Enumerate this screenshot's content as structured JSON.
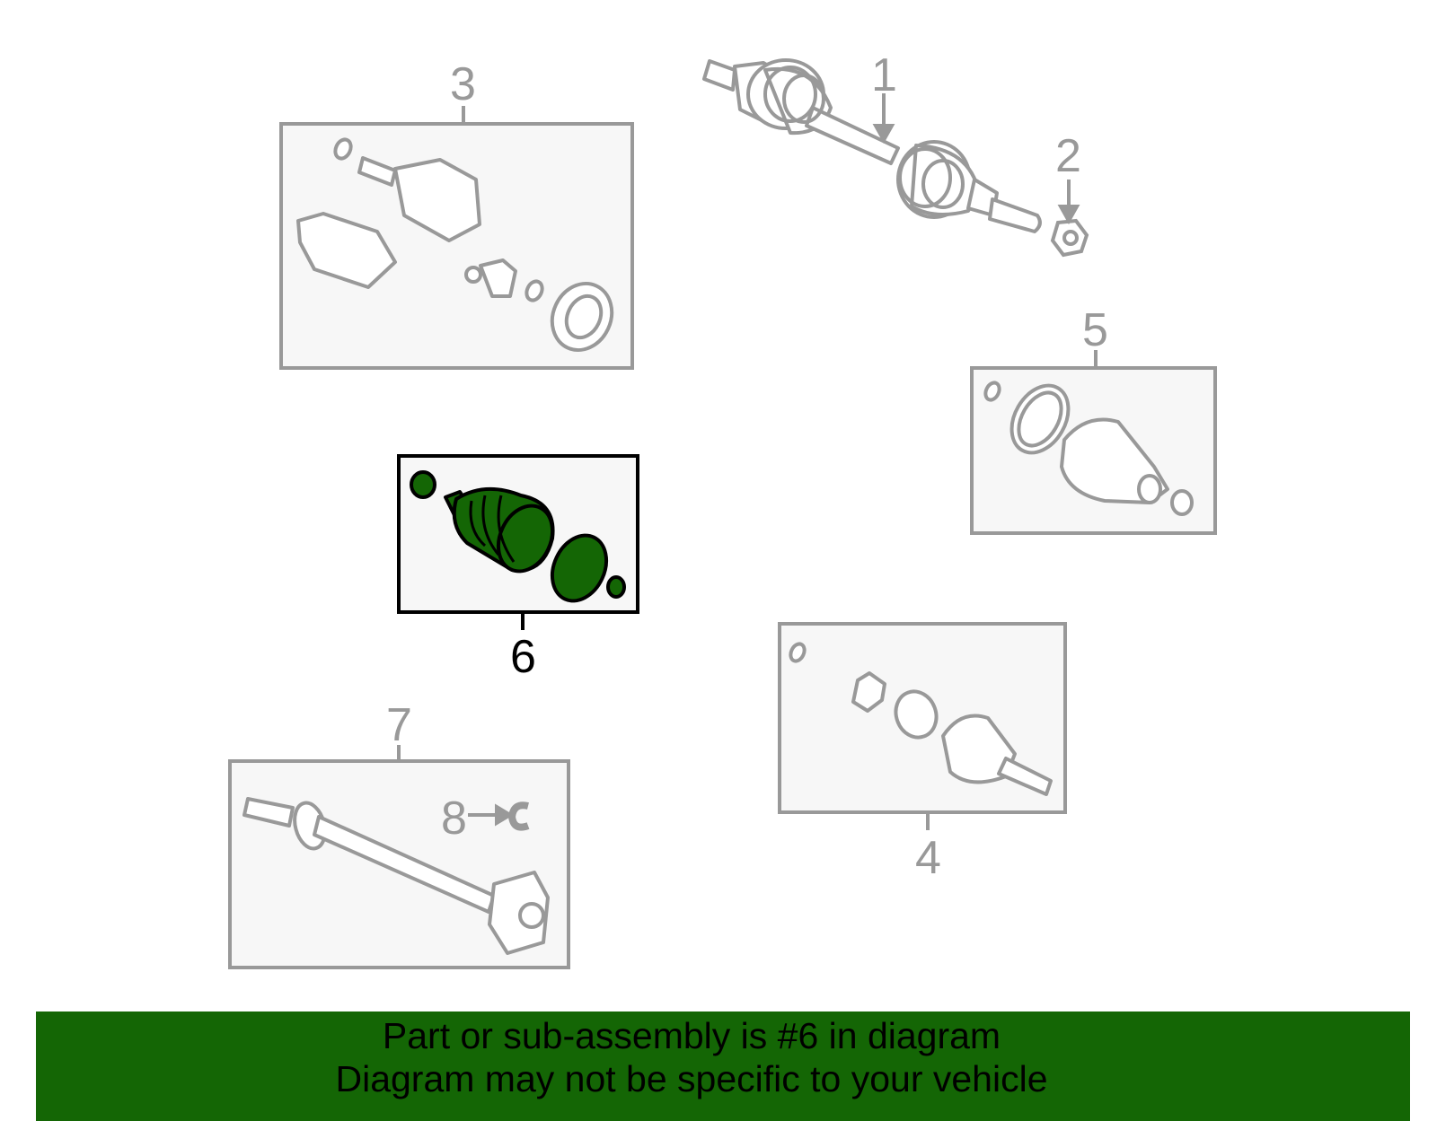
{
  "diagram": {
    "title": "CV Axle / Drive Shaft Assembly",
    "highlight_color": "#146605",
    "line_color": "#999999",
    "box_fill": "#f7f7f7",
    "selected_part": "6",
    "callouts": [
      {
        "id": "1",
        "label": "1",
        "description": "Axle shaft assembly"
      },
      {
        "id": "2",
        "label": "2",
        "description": "Axle nut"
      },
      {
        "id": "3",
        "label": "3",
        "description": "Inner joint kit"
      },
      {
        "id": "4",
        "label": "4",
        "description": "Outer joint kit"
      },
      {
        "id": "5",
        "label": "5",
        "description": "Outer boot kit"
      },
      {
        "id": "6",
        "label": "6",
        "description": "Inner boot kit (highlighted)"
      },
      {
        "id": "7",
        "label": "7",
        "description": "Intermediate shaft"
      },
      {
        "id": "8",
        "label": "8",
        "description": "Snap ring"
      }
    ]
  },
  "banner": {
    "line1": "Part or sub-assembly is #6 in diagram",
    "line2": "Diagram may not be specific to your vehicle",
    "background": "#146605"
  }
}
